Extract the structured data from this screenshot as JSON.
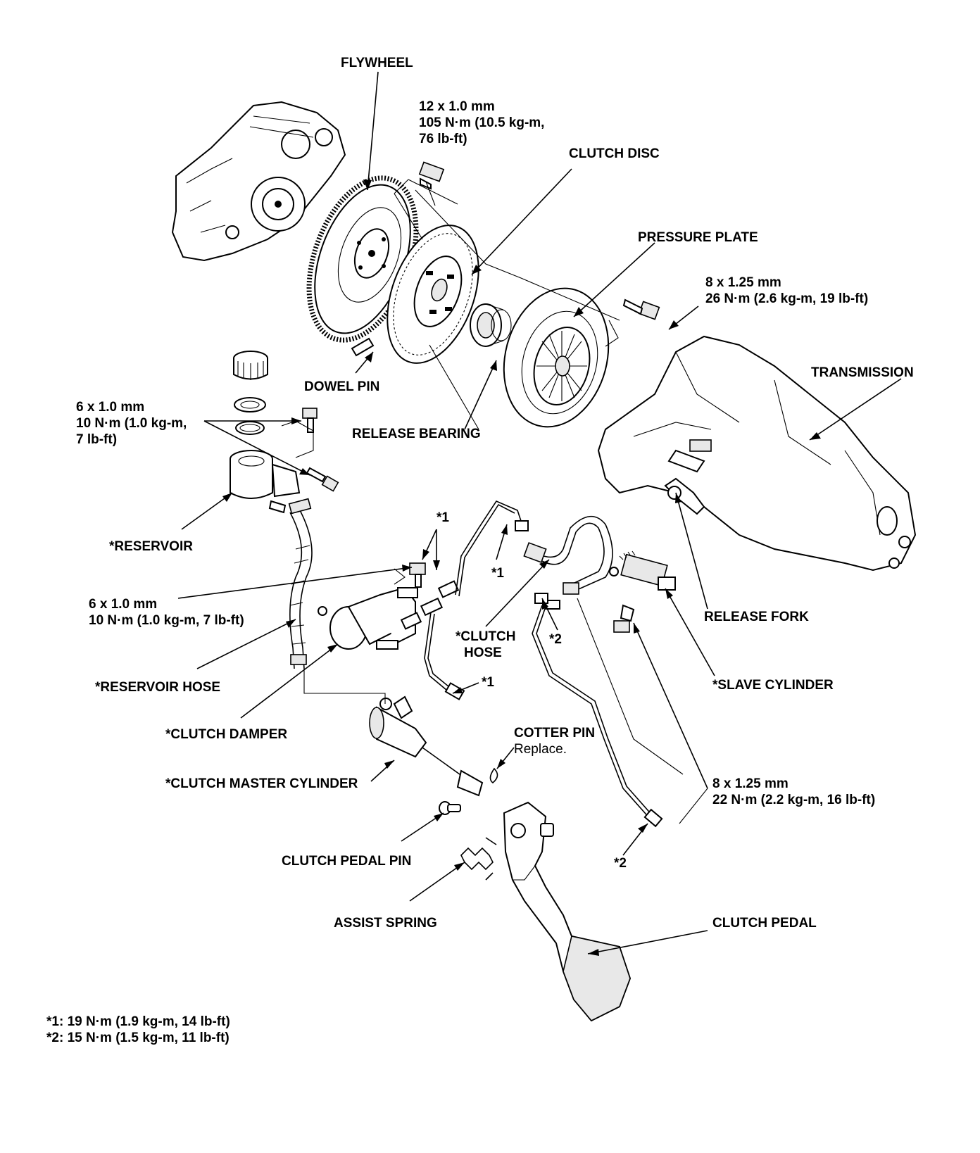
{
  "labels": {
    "flywheel": "FLYWHEEL",
    "flywheel_bolt": [
      "12 x 1.0 mm",
      "105 N·m (10.5 kg-m,",
      "76 lb-ft)"
    ],
    "clutch_disc": "CLUTCH DISC",
    "pressure_plate": "PRESSURE PLATE",
    "pressure_plate_bolt": [
      "8 x 1.25 mm",
      "26 N·m (2.6 kg-m, 19 lb-ft)"
    ],
    "transmission": "TRANSMISSION",
    "dowel_pin": "DOWEL PIN",
    "release_bearing": "RELEASE BEARING",
    "reservoir_bolt": [
      "6 x 1.0 mm",
      "10 N·m (1.0 kg-m,",
      "7 lb-ft)"
    ],
    "reservoir": "*RESERVOIR",
    "star1_top": "*1",
    "star1_mid": "*1",
    "damper_bolt": [
      "6 x 1.0 mm",
      "10 N·m (1.0 kg-m, 7 lb-ft)"
    ],
    "clutch_hose": [
      "*CLUTCH",
      "HOSE"
    ],
    "star2_mid": "*2",
    "release_fork": "RELEASE FORK",
    "reservoir_hose": "*RESERVOIR HOSE",
    "star1_low": "*1",
    "slave_cylinder": "*SLAVE CYLINDER",
    "clutch_damper": "*CLUTCH DAMPER",
    "cotter_pin": "COTTER PIN",
    "cotter_pin_note": "Replace.",
    "master_cylinder": "*CLUTCH MASTER CYLINDER",
    "slave_bolt": [
      "8 x 1.25 mm",
      "22 N·m (2.2 kg-m, 16 lb-ft)"
    ],
    "clutch_pedal_pin": "CLUTCH PEDAL PIN",
    "star2_low": "*2",
    "assist_spring": "ASSIST SPRING",
    "clutch_pedal": "CLUTCH PEDAL"
  },
  "footnotes": [
    "*1: 19 N·m (1.9 kg-m, 14 lb-ft)",
    "*2: 15 N·m (1.5 kg-m, 11 lb-ft)"
  ]
}
